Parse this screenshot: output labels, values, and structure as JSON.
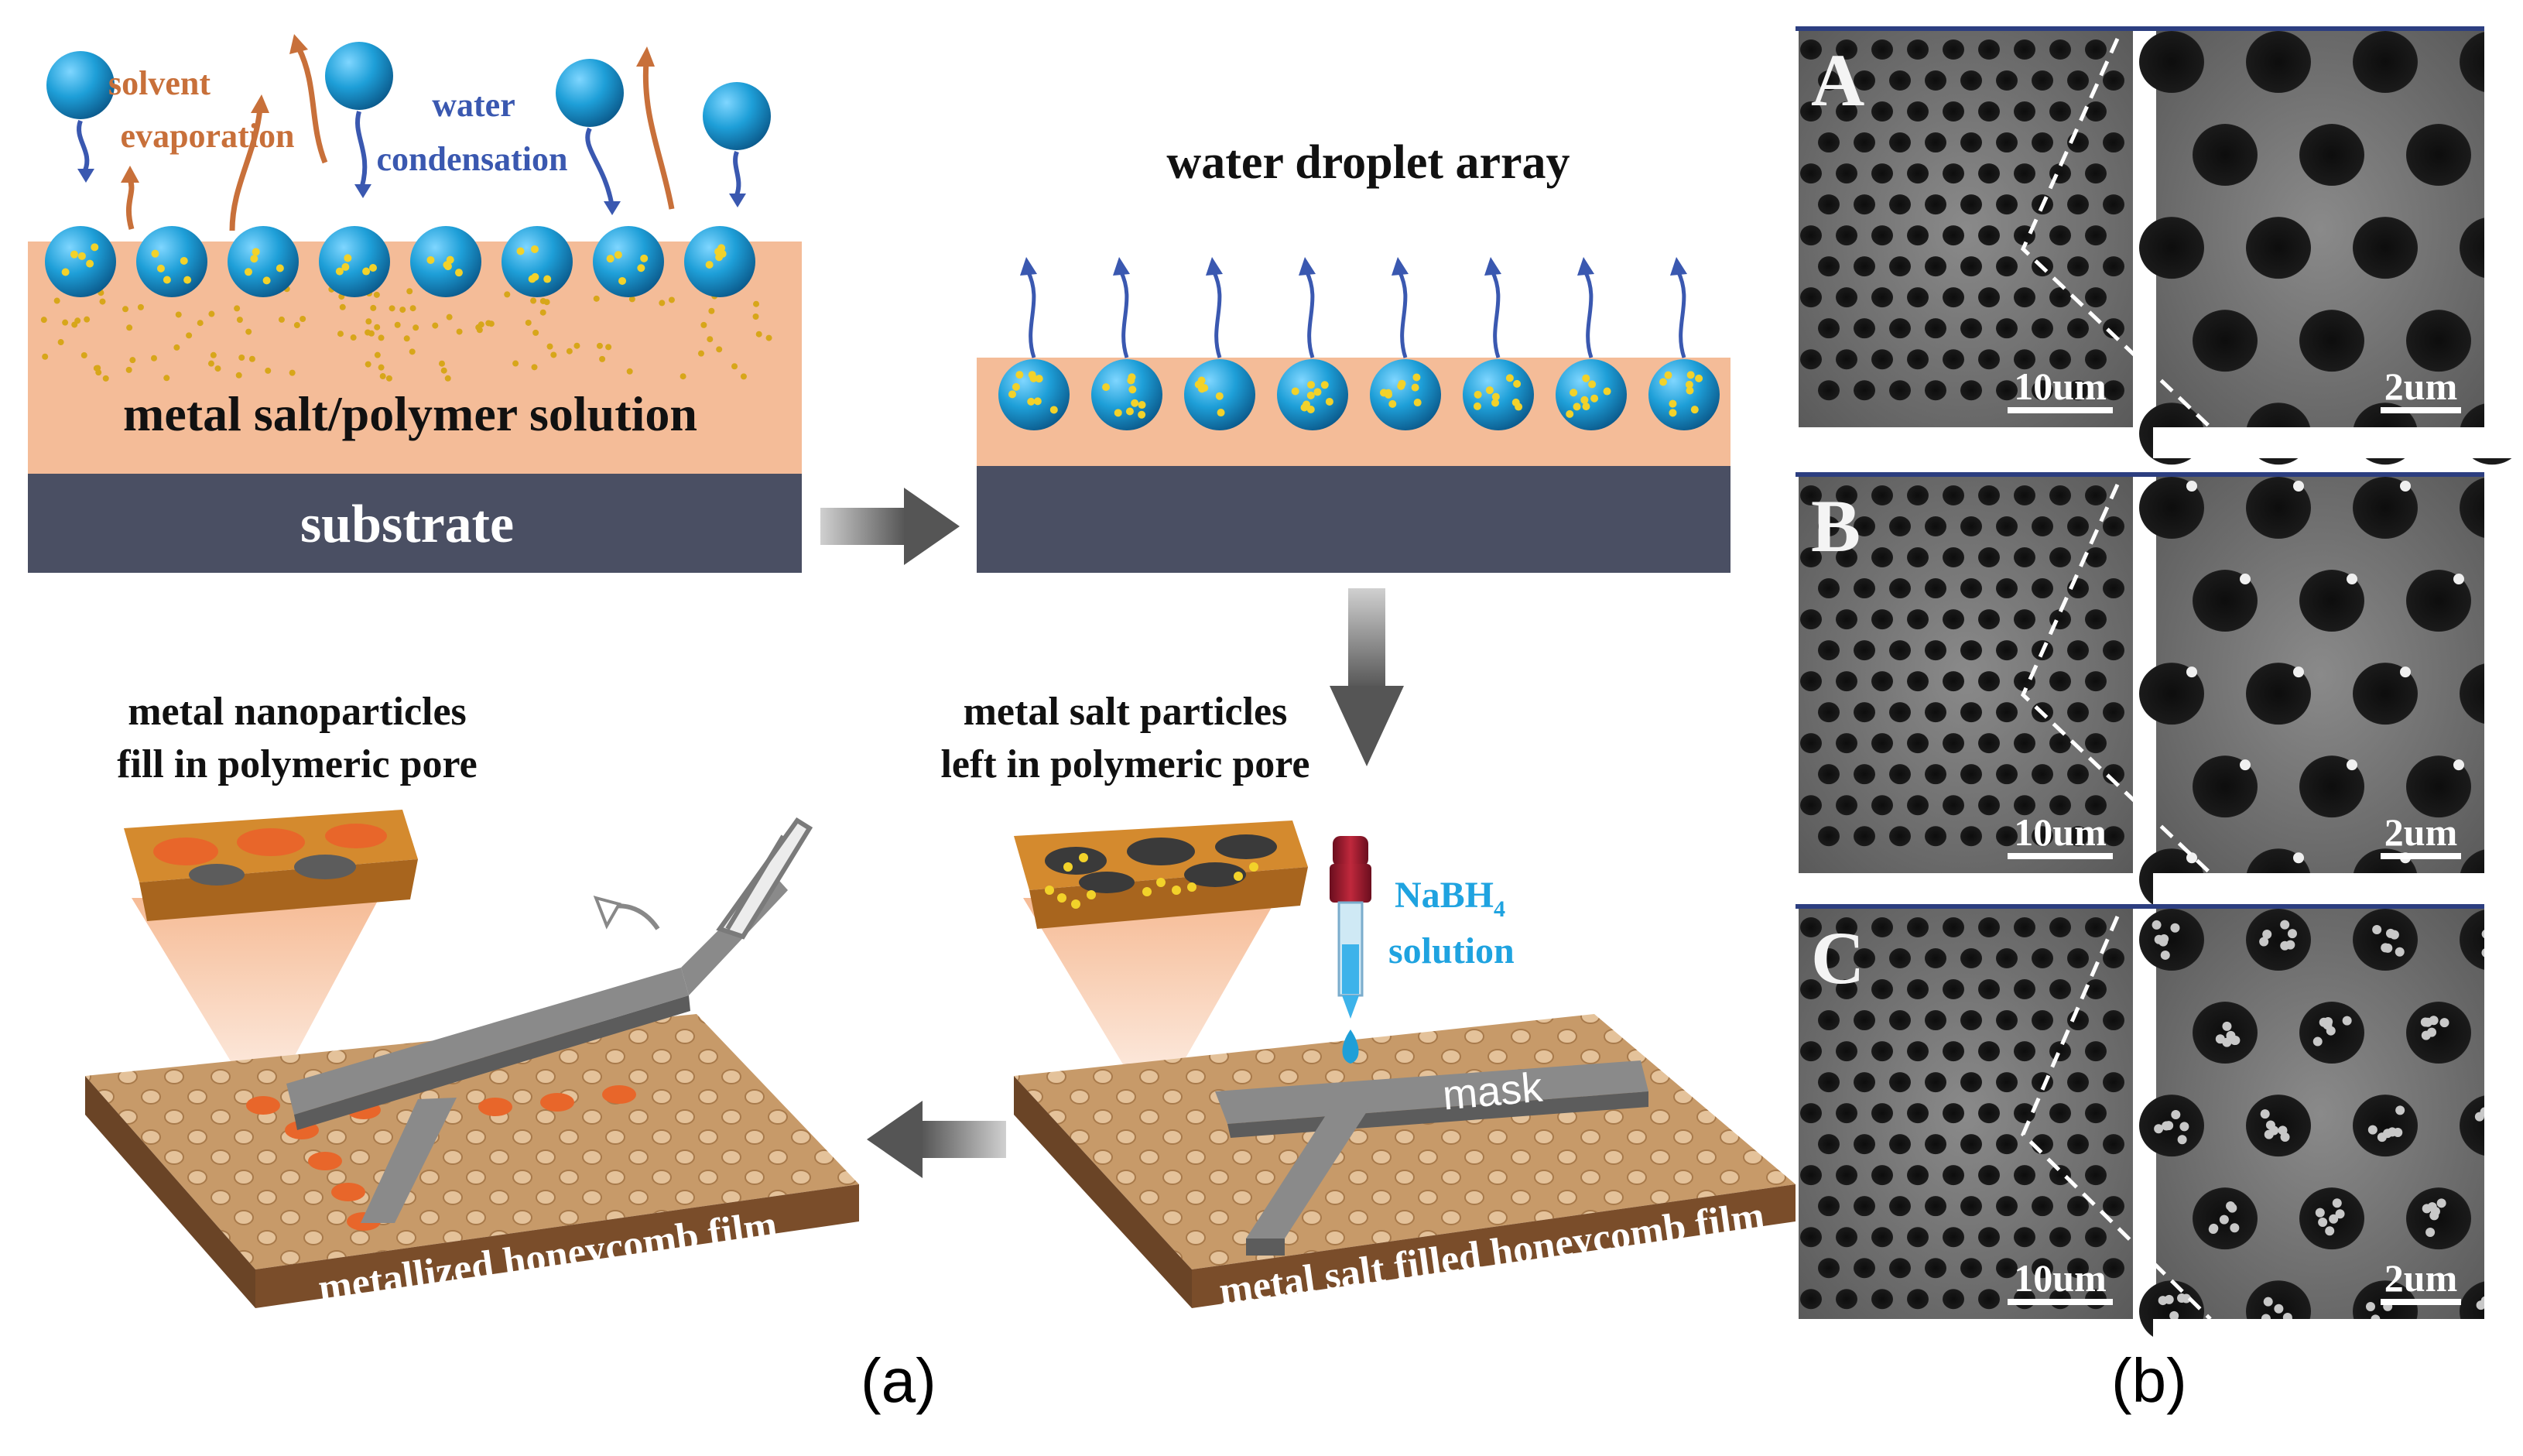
{
  "panel_a": {
    "caption": "(a)",
    "solvent_evaporation_line1": "solvent",
    "solvent_evaporation_line2": "evaporation",
    "water_condensation_line1": "water",
    "water_condensation_line2": "condensation",
    "solution_label": "metal salt/polymer solution",
    "substrate_label": "substrate",
    "droplet_array_label": "water droplet array",
    "salt_particles_line1": "metal salt particles",
    "salt_particles_line2": "left in polymeric pore",
    "nanoparticles_line1": "metal nanoparticles",
    "nanoparticles_line2": "fill in polymeric pore",
    "reagent_line1": "NaBH",
    "reagent_subscript": "4",
    "reagent_line2": "solution",
    "mask_label": "mask",
    "salt_film_label": "metal salt filled honeycomb film",
    "metallized_film_label": "metallized honeycomb film"
  },
  "panel_b": {
    "caption": "(b)",
    "rows": [
      {
        "letter": "A",
        "scale_left": "10um",
        "scale_right": "2um"
      },
      {
        "letter": "B",
        "scale_left": "10um",
        "scale_right": "2um"
      },
      {
        "letter": "C",
        "scale_left": "10um",
        "scale_right": "2um"
      }
    ]
  },
  "colors": {
    "droplet": "#1e9fd8",
    "solution": "#f4bc98",
    "substrate": "#4a4f63",
    "evaporation_arrow": "#c8703a",
    "condensation_arrow": "#3a58b0",
    "film": "#b98555",
    "nanoparticle": "#e8662a",
    "sem_background": "#6e6e6e"
  }
}
